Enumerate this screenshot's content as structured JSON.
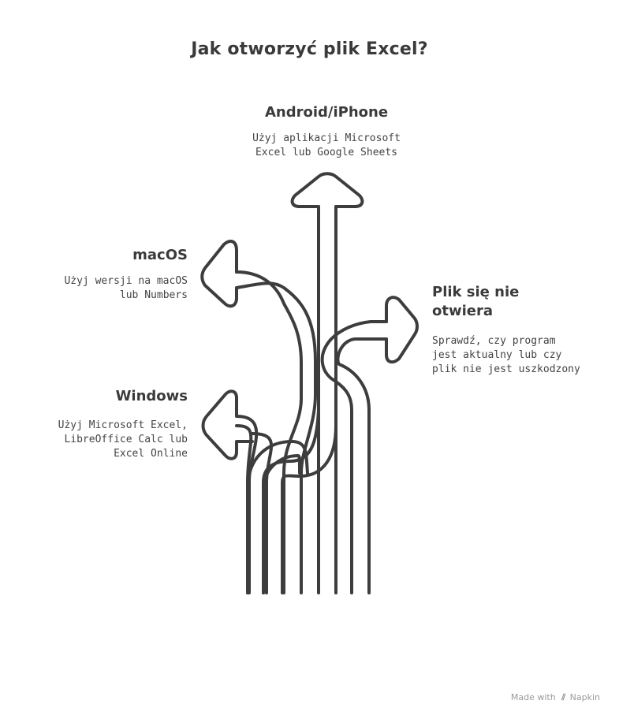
{
  "title": "Jak otworzyć plik Excel?",
  "branches": {
    "android": {
      "heading": "Android/iPhone",
      "description": "Użyj aplikacji Microsoft\nExcel lub Google Sheets"
    },
    "macos": {
      "heading": "macOS",
      "description": "Użyj wersji na macOS\nlub Numbers"
    },
    "windows": {
      "heading": "Windows",
      "description": "Użyj Microsoft Excel,\nLibreOffice Calc lub\nExcel Online"
    },
    "not_opening": {
      "heading": "Plik się nie\notwiera",
      "description": "Sprawdź, czy program\njest aktualny lub czy\nplik nie jest uszkodzony"
    }
  },
  "footer": {
    "made_with": "Made with",
    "brand": "Napkin"
  },
  "colors": {
    "stroke": "#3d3d3d",
    "text": "#3a3a3a",
    "footer": "#9a9a9a"
  }
}
